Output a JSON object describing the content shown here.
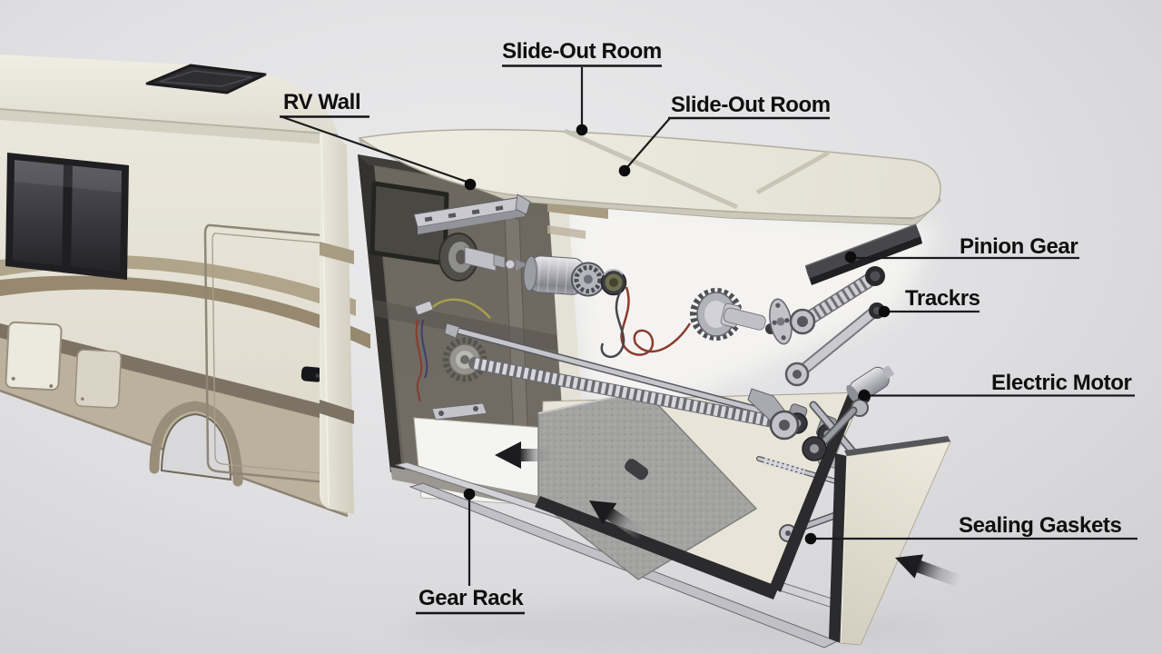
{
  "scene": {
    "subject": "RV slide-out room mechanism exploded diagram",
    "background": "#e1e1e3"
  },
  "labels": {
    "slide_out_room_top": "Slide-Out Room",
    "rv_wall": "RV Wall",
    "slide_out_room_main": "Slide-Out Room",
    "pinion_gear": "Pinion Gear",
    "tracks": "Trackrs",
    "electric_motor": "Electric Motor",
    "sealing_gaskets": "Sealing Gaskets",
    "gear_rack": "Gear Rack"
  },
  "colors": {
    "label_text": "#0f0f10",
    "leader_line": "#1b1b1d",
    "rv_body_cream": "#e9e6db",
    "accent_tan": "#a89c83",
    "accent_dark": "#7d7365",
    "lower_band": "#bcb19d",
    "gasket_dark": "#2b2b2d",
    "metal_silver": "#c0c0c6",
    "arrow_black": "#1c1c1e"
  }
}
